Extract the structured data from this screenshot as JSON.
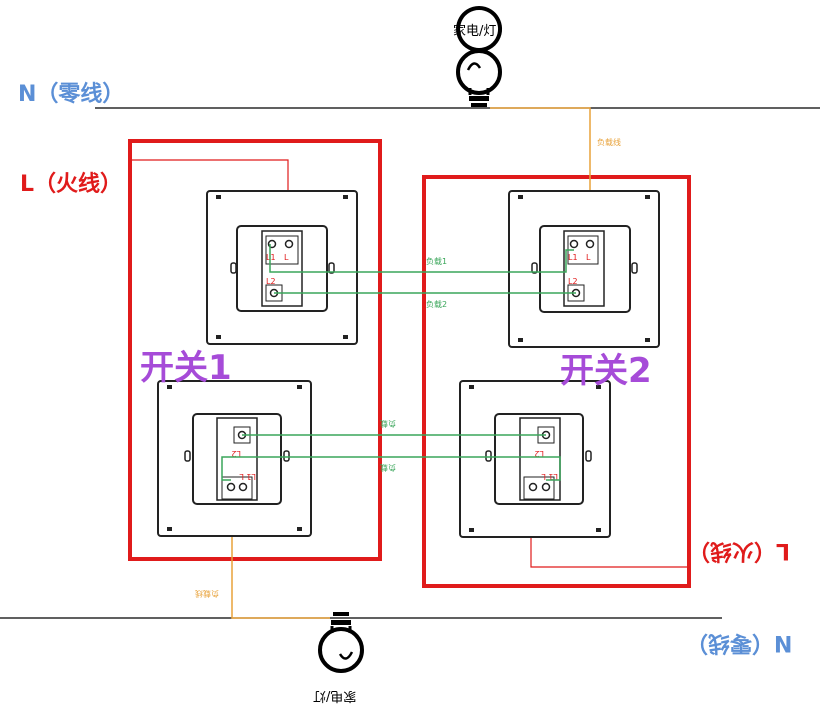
{
  "top": {
    "lamp_label": "家电/灯",
    "neutral_label": "N（零线）",
    "live_label": "L（火线）",
    "load_wire_label": "负载线"
  },
  "bottom": {
    "lamp_label": "家电/灯",
    "neutral_label": "N（零线）",
    "live_label": "L（火线）",
    "load_wire_label": "负载线"
  },
  "switch_groups": [
    {
      "title": "开关1"
    },
    {
      "title": "开关2"
    }
  ],
  "upper_switch_terminals": {
    "l1": "L1",
    "l": "L",
    "l2": "L2"
  },
  "lower_switch_terminals": {
    "l1": "L1",
    "l": "L",
    "l2": "L2"
  },
  "upper_wires": [
    "负载1",
    "负载2"
  ],
  "lower_wires": [
    "负载",
    "负载"
  ],
  "colors": {
    "neutral": "#5b8fd6",
    "live": "#e01b1b",
    "load": "#e8a23a",
    "traveler": "#3aa65a",
    "group_border": "#e01b1b",
    "title": "#a64bd8"
  }
}
